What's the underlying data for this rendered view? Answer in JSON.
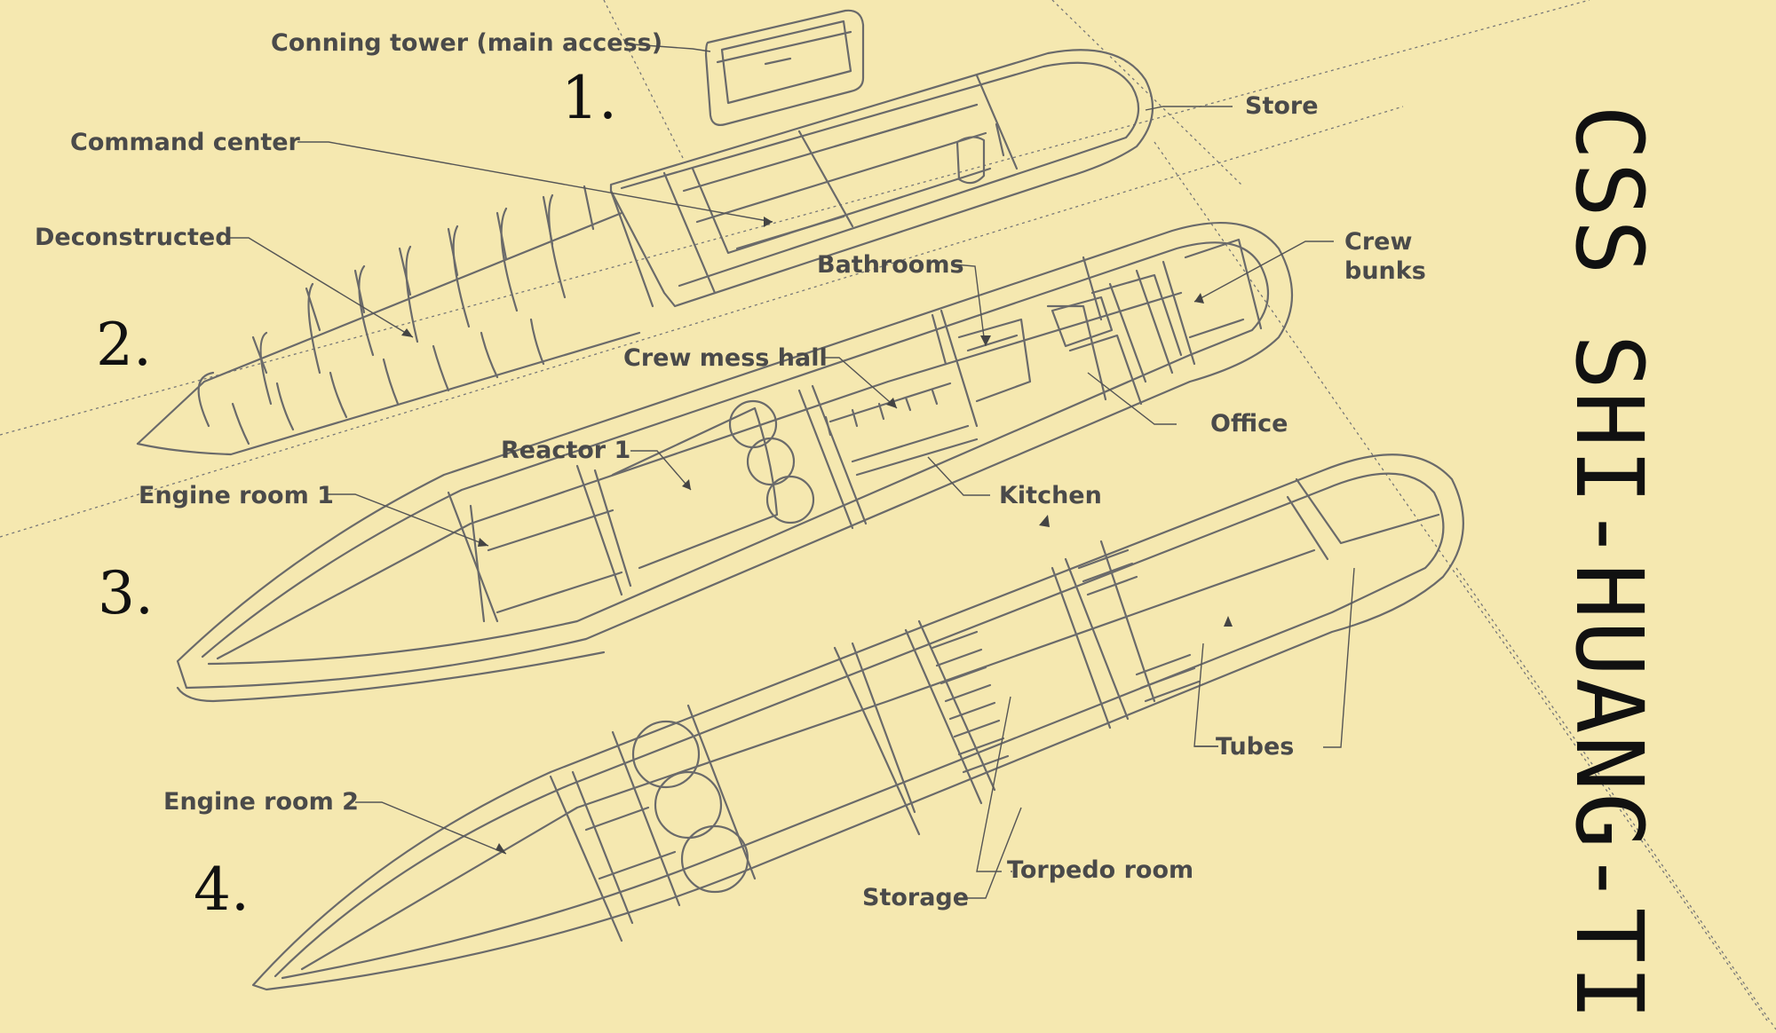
{
  "title": "CSS SHI-HUANG-TI",
  "section_numbers": [
    "1.",
    "2.",
    "3.",
    "4."
  ],
  "labels": {
    "conning_tower": "Conning tower (main access)",
    "store": "Store",
    "command_center": "Command center",
    "deconstructed": "Deconstructed",
    "bathrooms": "Bathrooms",
    "crew_bunks_line1": "Crew",
    "crew_bunks_line2": "bunks",
    "crew_mess_hall": "Crew mess hall",
    "office": "Office",
    "reactor_1": "Reactor 1",
    "engine_room_1": "Engine room 1",
    "kitchen": "Kitchen",
    "engine_room_2": "Engine room 2",
    "tubes": "Tubes",
    "torpedo_room": "Torpedo room",
    "storage": "Storage"
  },
  "colors": {
    "background": "#f5e8b0",
    "sketch": "#6a6a6a",
    "label": "#4a4a4a",
    "title": "#111111"
  }
}
